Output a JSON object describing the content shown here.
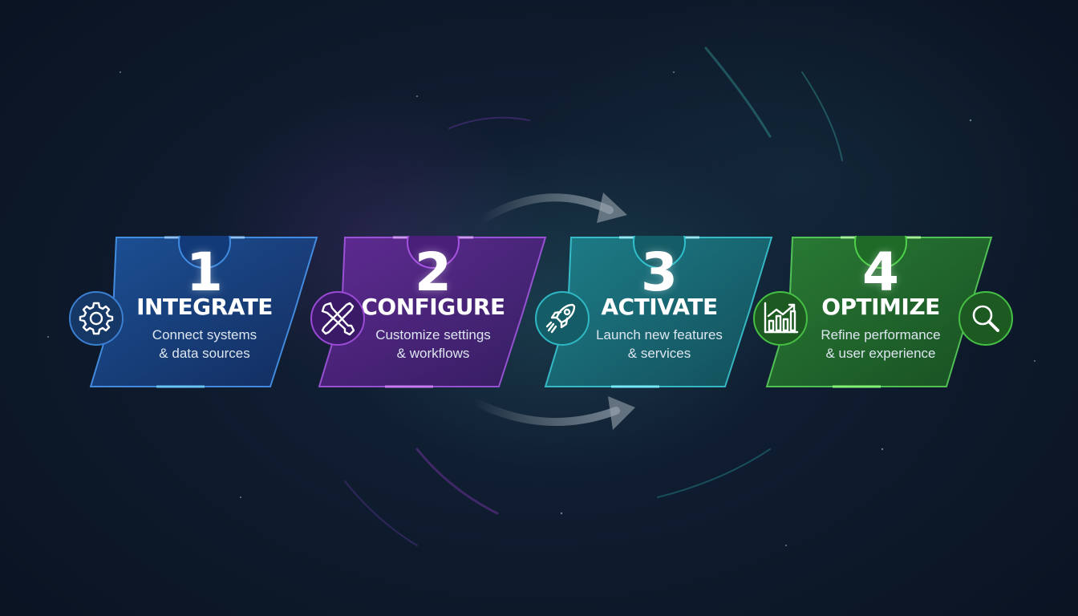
{
  "steps": [
    {
      "number": "1",
      "title": "INTEGRATE",
      "line1": "Connect systems",
      "line2": "& data sources",
      "icon": "gear-icon",
      "color": "#3a8dde"
    },
    {
      "number": "2",
      "title": "CONFIGURE",
      "line1": "Customize settings",
      "line2": "& workflows",
      "icon": "tools-icon",
      "color": "#a24bd8"
    },
    {
      "number": "3",
      "title": "ACTIVATE",
      "line1": "Launch new features",
      "line2": "& services",
      "icon": "rocket-icon",
      "color": "#26b6c4"
    },
    {
      "number": "4",
      "title": "OPTIMIZE",
      "line1": "Refine performance",
      "line2": "& user experience",
      "icon": "chart-icon",
      "color": "#4ed04a",
      "extra_icon": "magnifier-icon"
    }
  ]
}
